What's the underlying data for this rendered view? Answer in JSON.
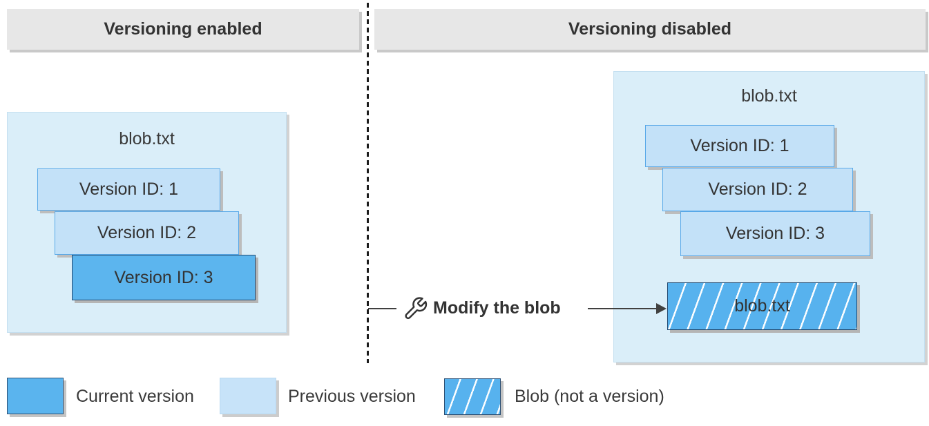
{
  "panels": {
    "left": {
      "header": "Versioning enabled",
      "container_title": "blob.txt",
      "versions": [
        {
          "label": "Version ID: 1",
          "type": "previous"
        },
        {
          "label": "Version ID: 2",
          "type": "previous"
        },
        {
          "label": "Version ID: 3",
          "type": "current"
        }
      ]
    },
    "right": {
      "header": "Versioning disabled",
      "container_title": "blob.txt",
      "versions": [
        {
          "label": "Version ID: 1",
          "type": "previous"
        },
        {
          "label": "Version ID: 2",
          "type": "previous"
        },
        {
          "label": "Version ID: 3",
          "type": "previous"
        }
      ],
      "blob_label": "blob.txt"
    }
  },
  "action": {
    "label": "Modify the blob",
    "icon": "wrench-icon"
  },
  "legend": {
    "items": [
      {
        "label": "Current version",
        "swatch": "current"
      },
      {
        "label": "Previous version",
        "swatch": "previous"
      },
      {
        "label": "Blob (not a version)",
        "swatch": "blob-hatched"
      }
    ]
  },
  "colors": {
    "current_version": "#5cb5ee",
    "previous_version": "#c3e1f8",
    "container_bg": "#daeef9",
    "header_bg": "#e7e7e7",
    "box_border_dark": "#20476e",
    "box_border_light": "#58a8e8",
    "hatch_stripe": "#ffffff",
    "text": "#333333"
  }
}
